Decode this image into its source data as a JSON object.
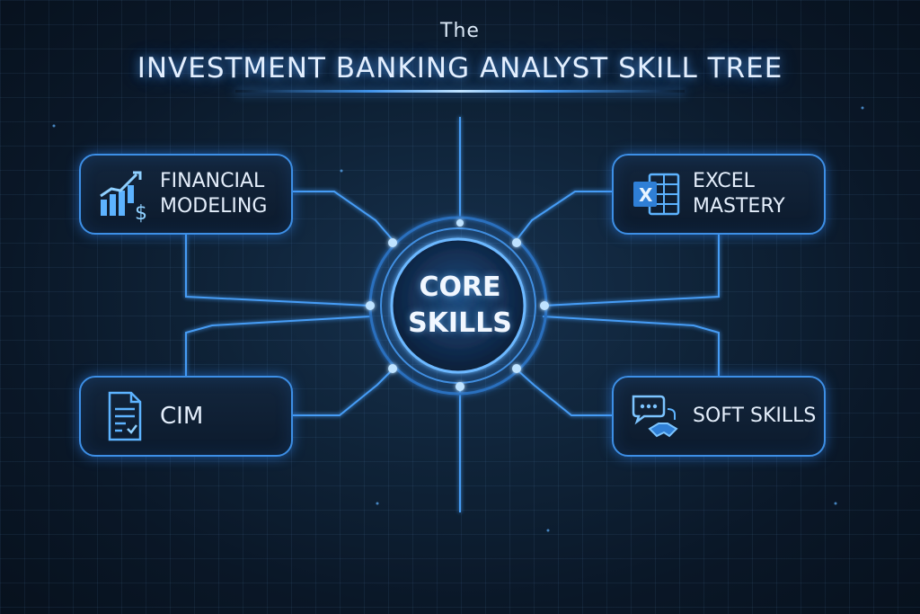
{
  "title": {
    "small": "The",
    "main": "INVESTMENT BANKING ANALYST SKILL TREE"
  },
  "core": {
    "line1": "CORE",
    "line2": "SKILLS"
  },
  "nodes": [
    {
      "id": "financial-modeling",
      "lines": [
        "FINANCIAL",
        "MODELING"
      ],
      "icon": "bar-chart-dollar-icon"
    },
    {
      "id": "excel-mastery",
      "lines": [
        "EXCEL",
        "MASTERY"
      ],
      "icon": "excel-spreadsheet-icon"
    },
    {
      "id": "cim",
      "lines": [
        "CIM"
      ],
      "icon": "document-icon"
    },
    {
      "id": "soft-skills",
      "lines": [
        "SOFT SKILLS"
      ],
      "icon": "chat-handshake-icon"
    }
  ],
  "colors": {
    "background": "#0b1a2b",
    "accent": "#3d8fe6",
    "glow": "#7cc4ff",
    "text": "#e4eefb"
  }
}
